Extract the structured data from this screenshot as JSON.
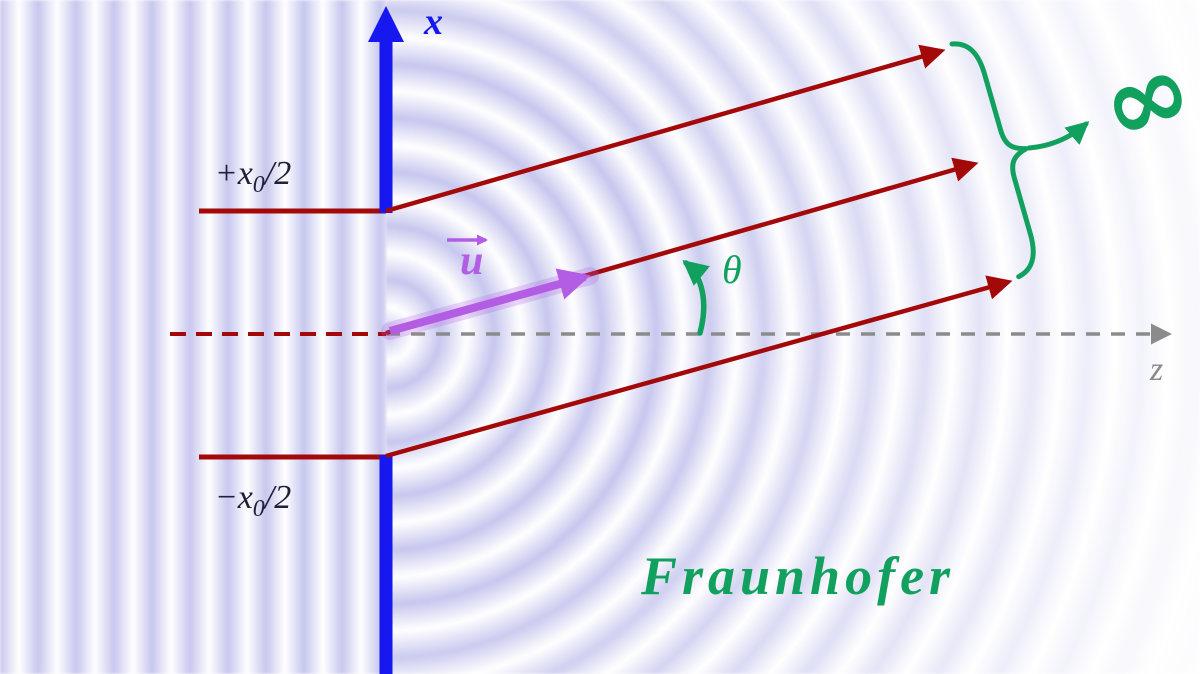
{
  "diagram": {
    "regime_label": "Fraunhofer",
    "axis_x_label": "x",
    "axis_z_label": "z",
    "slit_top_label": {
      "main": "+x",
      "sub": "0",
      "den": "/2"
    },
    "slit_bottom_label": {
      "main": "−x",
      "sub": "0",
      "den": "/2"
    },
    "vector_label": "u",
    "angle_label": "θ",
    "infinity_label": "∞"
  },
  "colors": {
    "axis_blue": "#1717ef",
    "ray_red": "#a40909",
    "vector_purple": "#b35de4",
    "accent_green": "#12a05e",
    "axis_gray": "#8b8b8b",
    "wave_lavender": "#a4a4e4",
    "label_dark": "#20203a"
  }
}
